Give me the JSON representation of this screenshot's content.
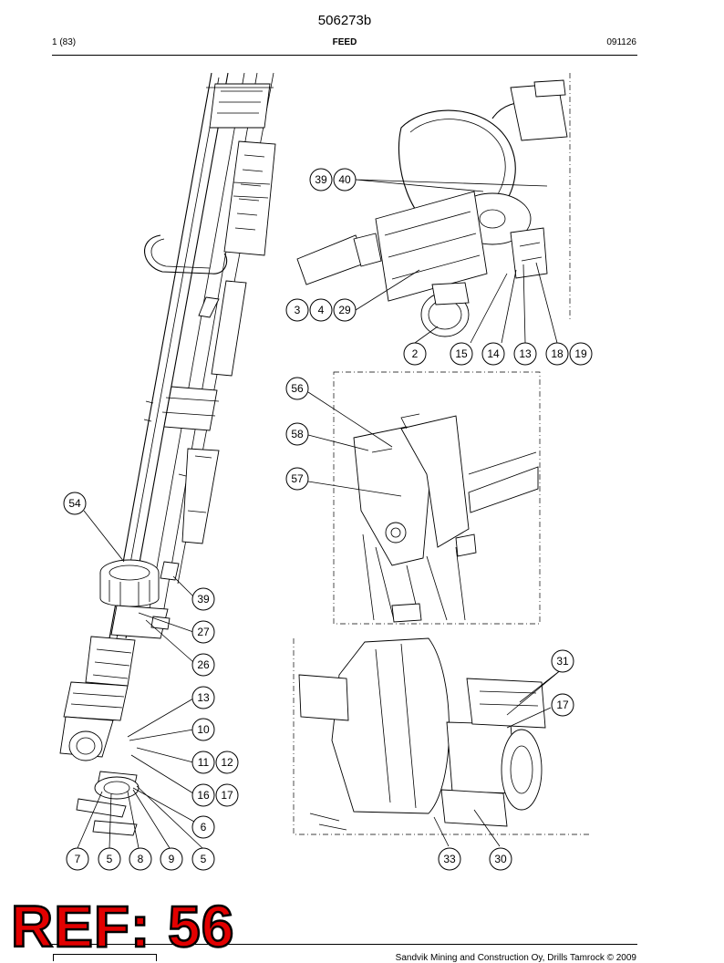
{
  "header": {
    "doc_number": "506273b",
    "page_info": "1 (83)",
    "section_title": "FEED",
    "date_code": "091126"
  },
  "stamp": {
    "text": "REF: 56",
    "color": "#e20000"
  },
  "footer": {
    "copyright": "Sandvik Mining and Construction Oy, Drills Tamrock © 2009"
  },
  "callouts": [
    {
      "label": "39"
    },
    {
      "label": "40"
    },
    {
      "label": "3"
    },
    {
      "label": "4"
    },
    {
      "label": "29"
    },
    {
      "label": "2"
    },
    {
      "label": "15"
    },
    {
      "label": "14"
    },
    {
      "label": "13"
    },
    {
      "label": "18"
    },
    {
      "label": "19"
    },
    {
      "label": "56"
    },
    {
      "label": "58"
    },
    {
      "label": "57"
    },
    {
      "label": "54"
    },
    {
      "label": "39"
    },
    {
      "label": "27"
    },
    {
      "label": "26"
    },
    {
      "label": "13"
    },
    {
      "label": "10"
    },
    {
      "label": "11"
    },
    {
      "label": "12"
    },
    {
      "label": "16"
    },
    {
      "label": "17"
    },
    {
      "label": "6"
    },
    {
      "label": "7"
    },
    {
      "label": "5"
    },
    {
      "label": "8"
    },
    {
      "label": "9"
    },
    {
      "label": "5"
    },
    {
      "label": "31"
    },
    {
      "label": "17"
    },
    {
      "label": "33"
    },
    {
      "label": "30"
    }
  ]
}
